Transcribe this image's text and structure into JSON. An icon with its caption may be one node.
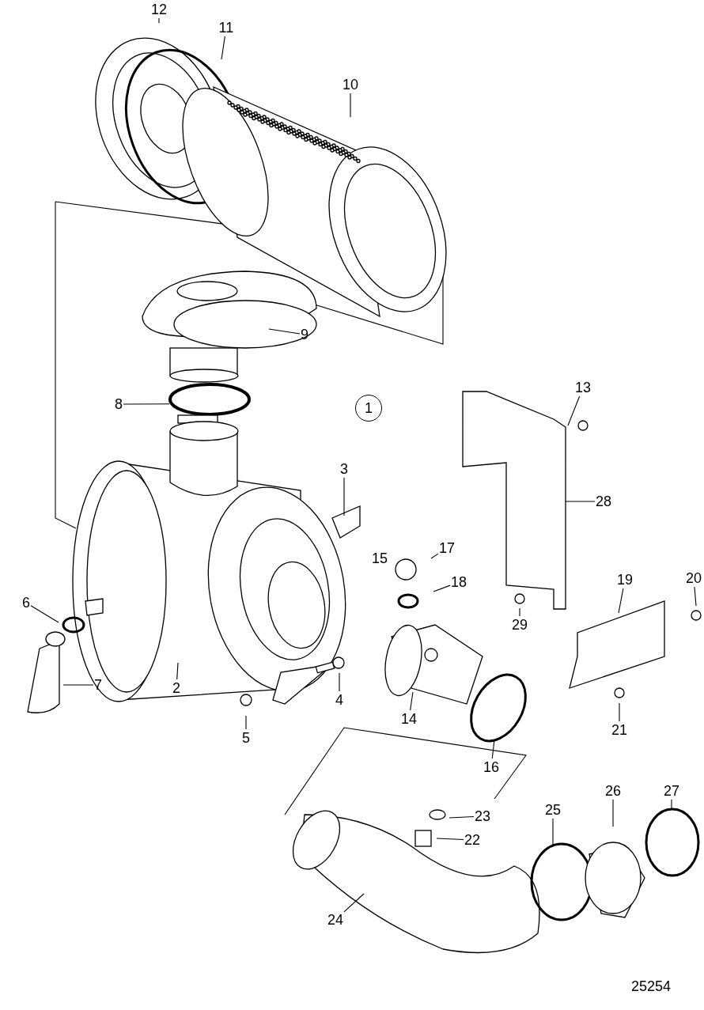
{
  "diagram": {
    "nodes": [
      {
        "text": [
          "12"
        ]
      },
      {
        "text": [
          "11"
        ]
      },
      {
        "text": [
          "10"
        ]
      },
      {
        "text": [
          "9"
        ]
      },
      {
        "text": [
          "8"
        ]
      },
      {
        "text": [
          "1"
        ]
      },
      {
        "text": [
          "13"
        ]
      },
      {
        "text": [
          "3"
        ]
      },
      {
        "text": [
          "28"
        ]
      },
      {
        "text": [
          "17"
        ]
      },
      {
        "text": [
          "18"
        ]
      },
      {
        "text": [
          "19"
        ]
      },
      {
        "text": [
          "20"
        ]
      },
      {
        "text": [
          "6"
        ]
      },
      {
        "text": [
          "29"
        ]
      },
      {
        "text": [
          "7"
        ]
      },
      {
        "text": [
          "2"
        ]
      },
      {
        "text": [
          "4"
        ]
      },
      {
        "text": [
          "14"
        ]
      },
      {
        "text": [
          "21"
        ]
      },
      {
        "text": [
          "5"
        ]
      },
      {
        "text": [
          "16"
        ]
      },
      {
        "text": [
          "27"
        ]
      },
      {
        "text": [
          "26"
        ]
      },
      {
        "text": [
          "23"
        ]
      },
      {
        "text": [
          "25"
        ]
      },
      {
        "text": [
          "22"
        ]
      },
      {
        "text": [
          "24"
        ]
      },
      {
        "text": [],
        "shape": "circle"
      }
    ],
    "edges": [
      {
        "from": 0,
        "to": null,
        "arrow": "none"
      },
      {
        "from": 1,
        "to": null,
        "arrow": "none"
      },
      {
        "from": 2,
        "to": null,
        "arrow": "none"
      },
      {
        "from": 3,
        "to": null,
        "arrow": "none"
      },
      {
        "from": 4,
        "to": 28,
        "arrow": "none"
      },
      {
        "from": 6,
        "to": null,
        "arrow": "none"
      },
      {
        "from": 7,
        "to": null,
        "arrow": "none"
      },
      {
        "from": 8,
        "to": null,
        "arrow": "none"
      },
      {
        "from": 9,
        "to": null,
        "arrow": "none"
      },
      {
        "from": 10,
        "to": null,
        "arrow": "none"
      },
      {
        "from": 11,
        "to": null,
        "arrow": "none"
      },
      {
        "from": 12,
        "to": null,
        "arrow": "none"
      },
      {
        "from": 13,
        "to": null,
        "arrow": "none"
      },
      {
        "from": 14,
        "to": null,
        "arrow": "none"
      },
      {
        "from": 15,
        "to": null,
        "arrow": "none"
      },
      {
        "from": 16,
        "to": null,
        "arrow": "none"
      },
      {
        "from": 17,
        "to": null,
        "arrow": "none"
      },
      {
        "from": 18,
        "to": null,
        "arrow": "none"
      },
      {
        "from": 19,
        "to": null,
        "arrow": "none"
      },
      {
        "from": 20,
        "to": null,
        "arrow": "none"
      },
      {
        "from": 21,
        "to": null,
        "arrow": "none"
      },
      {
        "from": 22,
        "to": null,
        "arrow": "none"
      },
      {
        "from": 23,
        "to": null,
        "arrow": "none"
      },
      {
        "from": 24,
        "to": null,
        "arrow": "none"
      },
      {
        "from": 25,
        "to": null,
        "arrow": "none"
      },
      {
        "from": 26,
        "to": null,
        "arrow": "none"
      },
      {
        "from": 27,
        "to": null,
        "arrow": "none"
      }
    ],
    "labels": [
      "15",
      "25254"
    ]
  }
}
